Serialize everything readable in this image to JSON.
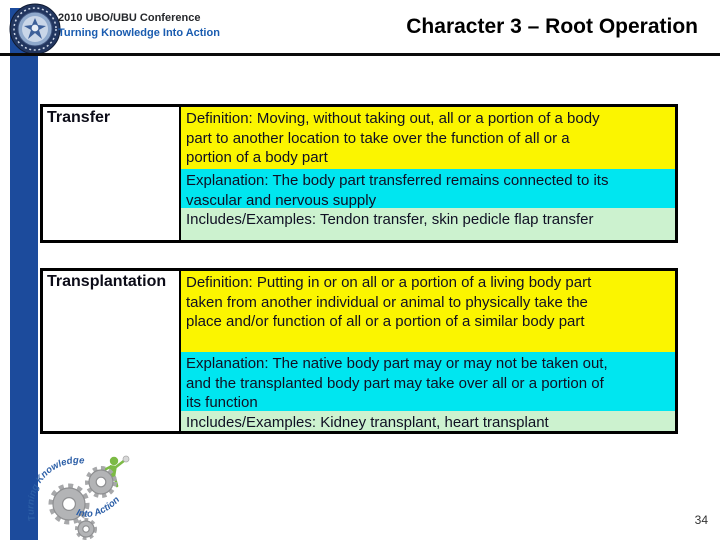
{
  "header": {
    "conference": "2010 UBO/UBU Conference",
    "tagline": "Turning Knowledge Into Action",
    "title": "Character 3 – Root Operation"
  },
  "tables": [
    {
      "term": "Transfer",
      "definition_lines": [
        "Definition: Moving, without taking out, all or a portion of a body",
        "part to another location to take over the function of all or a",
        "portion of a body part"
      ],
      "explanation_lines": [
        "Explanation: The body part transferred remains connected to its",
        "vascular and nervous supply"
      ],
      "includes_lines": [
        "Includes/Examples: Tendon transfer, skin pedicle flap transfer"
      ]
    },
    {
      "term": "Transplantation",
      "definition_lines": [
        "Definition: Putting in or on all or a portion of a living body part",
        "taken from another individual or animal to physically take the",
        "place and/or function of all or a portion of a similar body part"
      ],
      "explanation_lines": [
        "Explanation: The native body part may or may not be taken out,",
        "and the transplanted body part may take over all or a portion of",
        "its function"
      ],
      "includes_lines": [
        "Includes/Examples: Kidney transplant, heart transplant"
      ]
    }
  ],
  "footer": {
    "page_number": "34",
    "logo_text_top": "Turning Knowledge",
    "logo_text_bottom": "Into Action"
  },
  "colors": {
    "accent_bar": "#1C4B9C",
    "tagline_color": "#1A5CB0",
    "definition_bg": "#FBF500",
    "explanation_bg": "#00E6F0",
    "includes_bg": "#CCF2CF"
  }
}
